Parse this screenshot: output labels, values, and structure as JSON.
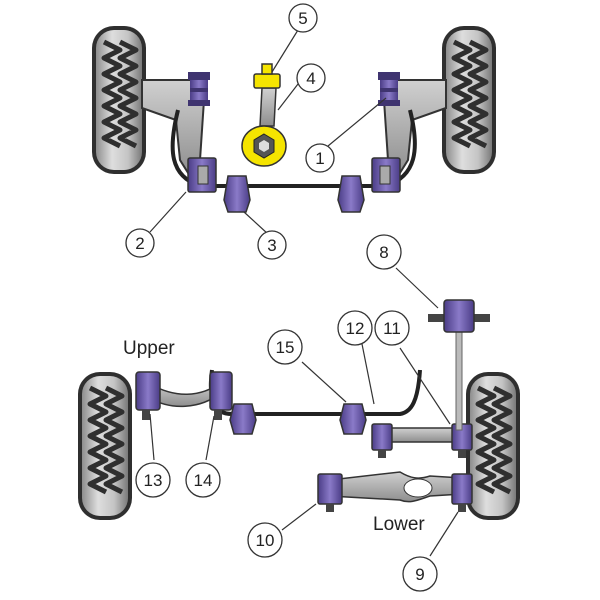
{
  "labels": {
    "upper": "Upper",
    "lower": "Lower"
  },
  "callouts": {
    "c1": "1",
    "c2": "2",
    "c3": "3",
    "c4": "4",
    "c5": "5",
    "c8": "8",
    "c9": "9",
    "c10": "10",
    "c11": "11",
    "c12": "12",
    "c13": "13",
    "c14": "14",
    "c15": "15"
  },
  "colors": {
    "bush": "#6a5aa6",
    "bush_dark": "#3f3470",
    "tyre": "#c8c8c8",
    "tyre_tread": "#2f2f2f",
    "arm": "#aaaaaa",
    "yellow": "#f5e400"
  }
}
